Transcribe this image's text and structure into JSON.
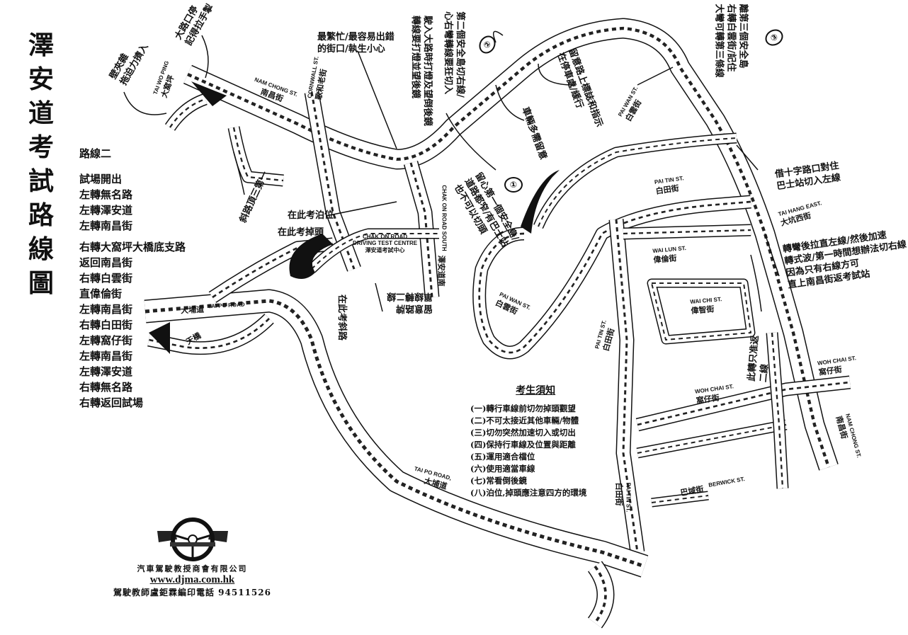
{
  "title": [
    "澤",
    "安",
    "道",
    "考",
    "試",
    "路",
    "線",
    "圖"
  ],
  "route": {
    "heading": "路線二",
    "steps": [
      "試場開出",
      "左轉無名路",
      "左轉澤安道",
      "左轉南昌街",
      "右轉大窩坪大橋底支路",
      "返回南昌街",
      "右轉白雲街",
      "直偉倫街",
      "左轉南昌街",
      "右轉白田街",
      "左轉窩仔街",
      "左轉南昌街",
      "左轉澤安道",
      "右轉無名路",
      "右轉返回試場"
    ]
  },
  "notice": {
    "heading": "考生須知",
    "items": [
      "(一)轉行車線前切勿掉頭觀望",
      "(二)不可太接近其他車輛/物體",
      "(三)切勿突然加速切入或切出",
      "(四)保持行車線及位置與距離",
      "(五)運用適合檔位",
      "(六)使用適當車線",
      "(七)常看倒後鏡",
      "(八)泊位,掉頭應注意四方的環境"
    ]
  },
  "streets": {
    "nam_chong_en": "NAM CHONG ST.",
    "nam_chong_cn": "南昌街",
    "cornwall_en": "CORNWALL ST.",
    "cornwall_cn": "歌和老街",
    "tai_wo_ping_en": "TAI WO PING",
    "tai_wo_ping_cn": "大窩坪",
    "pai_wan_en": "PAI WAN ST.",
    "pai_wan_cn": "白雲街",
    "pai_wan2_en": "PAI WAN ST.",
    "pai_wan2_cn": "白雲街",
    "pai_tin_en": "PAI TIN ST.",
    "pai_tin_cn": "白田街",
    "pai_tin2_en": "PAI TIN ST.",
    "pai_tin2_cn": "白田街",
    "pai_tin3_en": "PAI TIN ST.",
    "pai_tin3_cn": "白田街",
    "wai_lun_en": "WAI LUN ST.",
    "wai_lun_cn": "偉倫街",
    "wai_chi_en": "WAI CHI ST.",
    "wai_chi_cn": "偉智街",
    "tai_hang_en": "TAI HANG EAST.",
    "tai_hang_cn": "大坑西街",
    "woh_chai_en": "WOH CHAI ST.",
    "woh_chai_cn": "窩仔街",
    "woh_chai2_en": "WOH CHAI ST.",
    "woh_chai2_cn": "窩仔街",
    "nam_chong2_en": "NAM CHONG ST.",
    "nam_chong2_cn": "南昌街",
    "berwick_en": "BERWICK ST.",
    "berwick_cn": "巴域街",
    "tai_po_en": "TAI PO ROAD",
    "tai_po_cn": "大埔道",
    "tai_po2_en": "TAI PO ROAD,",
    "tai_po2_cn": "大埔道",
    "chak_on_south_en": "CHAK ON ROAD SOUTH",
    "chak_on_south_cn": "澤安道南",
    "centre_en1": "CHAK ON ROAD",
    "centre_en2": "DRIVING TEST CENTRE",
    "centre_cn": "澤安道考試中心",
    "tin_tin": "天橋"
  },
  "annotations": {
    "a1": "壁夾雜",
    "a1b": "拖迫力擠入",
    "a2": "大路口停",
    "a2b": "記得拉手掣",
    "a3": "最繁忙/最容易出錯",
    "a3b": "的街口/執生小心",
    "a4": "駛入大路時打燈及望倒後鏡",
    "a4b": "轉線要打燈並望後鏡",
    "a5": "第二個安全島切右線/",
    "a5b": "心右彎轉線要狂切入",
    "a6": "離第三個安全島",
    "a6b": "右轉白雲街/記住",
    "a6c": "大彎可轉第三條線",
    "a7": "留意路上標誌和指示",
    "a7b": "在停車處/緩行",
    "a8": "車輛多需留意",
    "a9": "留心第一個安全島/",
    "a9b": "道路都窄/有巴士站",
    "a9c": "也不可以切頭",
    "a10": "借十字路口對住",
    "a10b": "巴士站切入左線",
    "a11": "轉彎後拉直左線/然後加速",
    "a11b": "轉式波/第一時間想辦法切右線",
    "a11c": "因為只有右線方可",
    "a11d": "直上南昌街返考試站",
    "a12": "此轉只准返",
    "a12b": "二線",
    "a13": "在此考泊位",
    "a14": "在此考掉頭",
    "a15": "在此考斜路",
    "a16": "留意路牌",
    "a16b": "單線轉二線",
    "a17": "斜路頂三第一"
  },
  "markers": [
    "①",
    "②",
    "③"
  ],
  "footer": {
    "company": "汽車駕駛教授商會有限公司",
    "website": "www.djma.com.hk",
    "phone": "駕駛教師盧鉅霖編印電話 94511526"
  }
}
